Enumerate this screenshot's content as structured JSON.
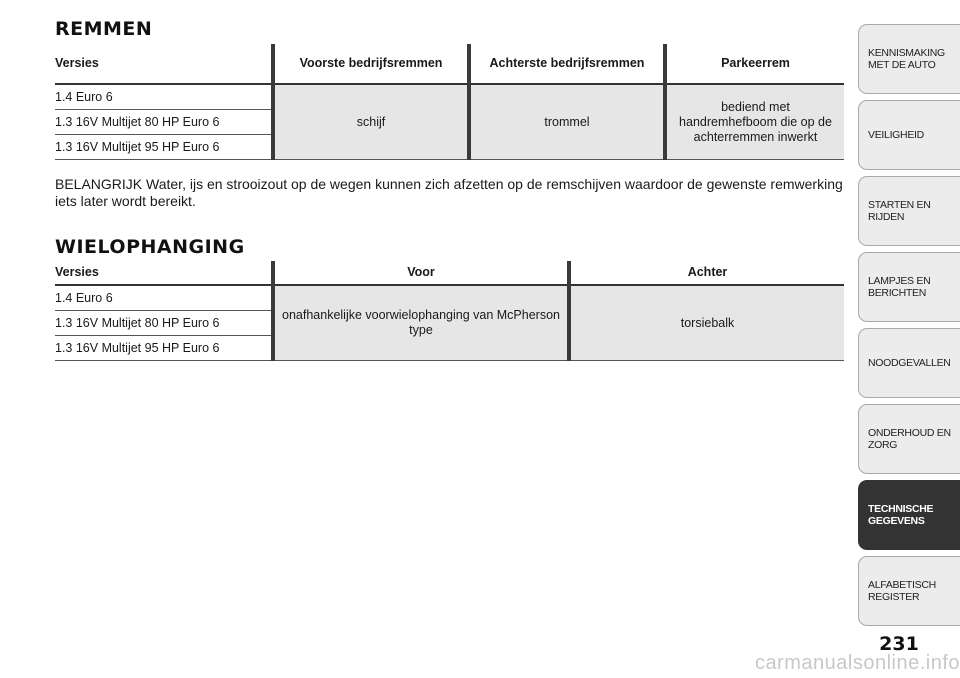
{
  "brakes": {
    "title": "REMMEN",
    "headers": [
      "Versies",
      "Voorste bedrijfsremmen",
      "Achterste bedrijfsremmen",
      "Parkeerrem"
    ],
    "versions": [
      "1.4 Euro 6",
      "1.3 16V Multijet 80 HP Euro 6",
      "1.3 16V Multijet 95 HP Euro 6"
    ],
    "front": "schijf",
    "rear": "trommel",
    "parking": "bediend met handremhefboom die op de achterremmen inwerkt"
  },
  "note": "BELANGRIJK Water, ijs en strooizout op de wegen kunnen zich afzetten op de remschijven waardoor de gewenste remwerking iets later wordt bereikt.",
  "suspension": {
    "title": "WIELOPHANGING",
    "headers": [
      "Versies",
      "Voor",
      "Achter"
    ],
    "versions": [
      "1.4 Euro 6",
      "1.3 16V Multijet 80 HP Euro 6",
      "1.3 16V Multijet 95 HP Euro 6"
    ],
    "front": "onafhankelijke voorwielophanging van McPherson type",
    "rear": "torsiebalk"
  },
  "sidebar": {
    "tabs": [
      {
        "label": "KENNISMAKING MET DE AUTO"
      },
      {
        "label": "VEILIGHEID"
      },
      {
        "label": "STARTEN EN RIJDEN"
      },
      {
        "label": "LAMPJES EN BERICHTEN"
      },
      {
        "label": "NOODGEVALLEN"
      },
      {
        "label": "ONDERHOUD EN ZORG"
      },
      {
        "label": "TECHNISCHE GEGEVENS"
      },
      {
        "label": "ALFABETISCH REGISTER"
      }
    ],
    "active_index": 6
  },
  "page_number": "231",
  "watermark": "carmanualsonline.info"
}
